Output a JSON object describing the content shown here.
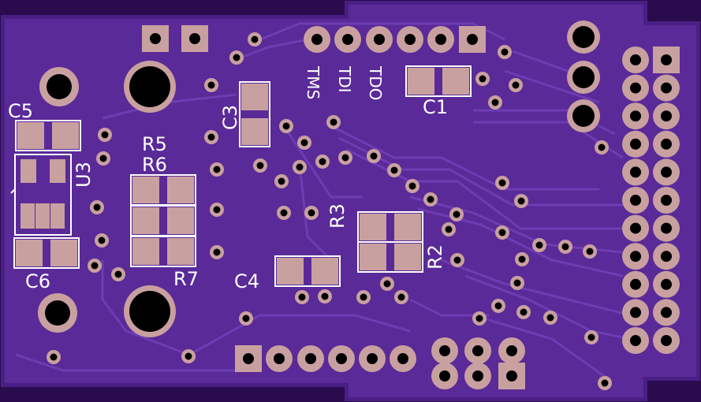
{
  "colors": {
    "background": "#2a0b4d",
    "substrate": "#3d1770",
    "copper_pour": "#5a2a98",
    "trace": "#6b38ad",
    "pad": "#c9a0a0",
    "pad_ring": "#bb9191",
    "hole": "#000000",
    "silkscreen": "#ffffff"
  },
  "labels": {
    "c5": "C5",
    "c6": "C6",
    "c3": "C3",
    "c4": "C4",
    "c1": "C1",
    "r5": "R5",
    "r6": "R6",
    "r7": "R7",
    "r3": "R3",
    "r2": "R2",
    "u3": "U3",
    "tms": "TMS",
    "tdi": "TDI",
    "tdo": "TDO"
  }
}
